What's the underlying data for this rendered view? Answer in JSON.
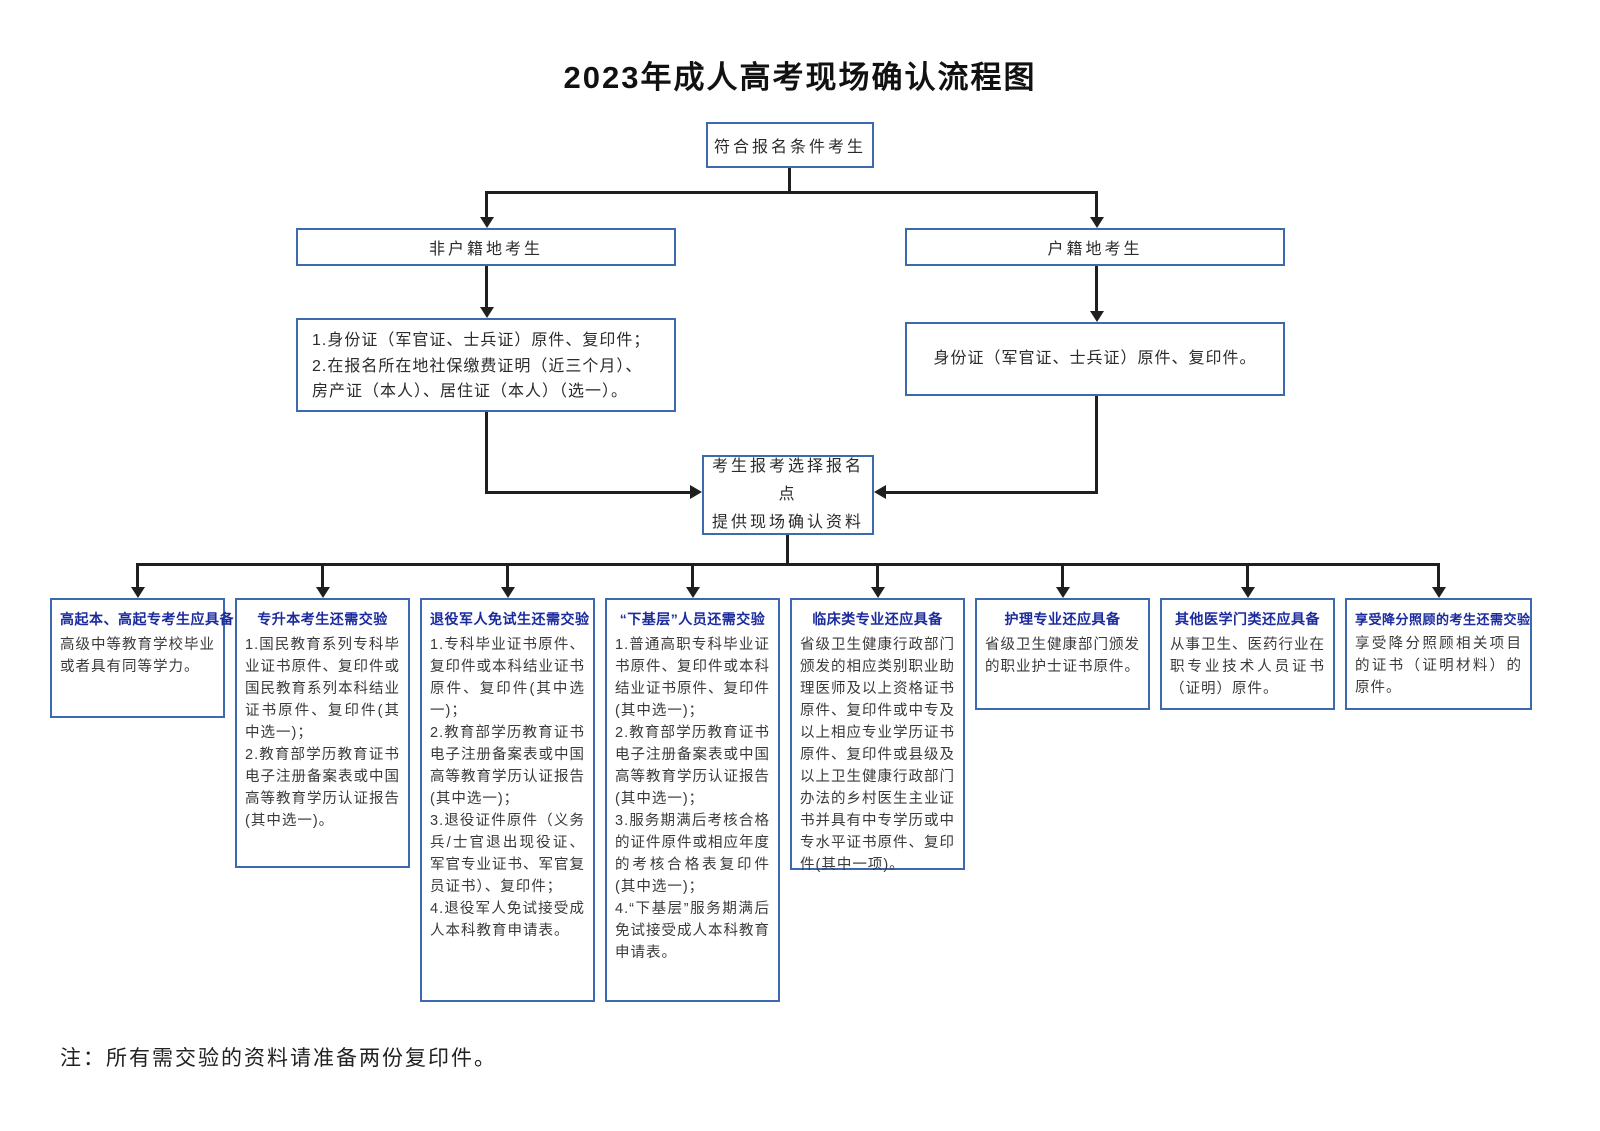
{
  "title": "2023年成人高考现场确认流程图",
  "flow": {
    "start": "符合报名条件考生",
    "left_branch": {
      "label": "非户籍地考生",
      "docs": "1.身份证（军官证、士兵证）原件、复印件；\n2.在报名所在地社保缴费证明（近三个月）、\n房产证（本人）、居住证（本人）（选一）。"
    },
    "right_branch": {
      "label": "户籍地考生",
      "docs": "身份证（军官证、士兵证）原件、复印件。"
    },
    "confirm": "考生报考选择报名点\n提供现场确认资料"
  },
  "requirement_boxes": [
    {
      "title": "高起本、高起专考生应具备",
      "body": "高级中等教育学校毕业或者具有同等学力。"
    },
    {
      "title": "专升本考生还需交验",
      "body": "1.国民教育系列专科毕业证书原件、复印件或国民教育系列本科结业证书原件、复印件(其中选一)；\n2.教育部学历教育证书电子注册备案表或中国高等教育学历认证报告(其中选一)。"
    },
    {
      "title": "退役军人免试生还需交验",
      "body": "1.专科毕业证书原件、复印件或本科结业证书原件、复印件(其中选一)；\n2.教育部学历教育证书电子注册备案表或中国高等教育学历认证报告(其中选一)；\n3.退役证件原件（义务兵/士官退出现役证、军官专业证书、军官复员证书）、复印件；\n4.退役军人免试接受成人本科教育申请表。"
    },
    {
      "title": "“下基层”人员还需交验",
      "body": "1.普通高职专科毕业证书原件、复印件或本科结业证书原件、复印件(其中选一)；\n2.教育部学历教育证书电子注册备案表或中国高等教育学历认证报告(其中选一)；\n3.服务期满后考核合格的证件原件或相应年度的考核合格表复印件(其中选一)；\n4.“下基层”服务期满后免试接受成人本科教育申请表。"
    },
    {
      "title": "临床类专业还应具备",
      "body": "省级卫生健康行政部门颁发的相应类别职业助理医师及以上资格证书原件、复印件或中专及以上相应专业学历证书原件、复印件或县级及以上卫生健康行政部门办法的乡村医生主业证书并具有中专学历或中专水平证书原件、复印件(其中一项)。"
    },
    {
      "title": "护理专业还应具备",
      "body": "省级卫生健康部门颁发的职业护士证书原件。"
    },
    {
      "title": "其他医学门类还应具备",
      "body": "从事卫生、医药行业在职专业技术人员证书（证明）原件。"
    },
    {
      "title": "享受降分照顾的考生还需交验",
      "body": "享受降分照顾相关项目的证书（证明材料）的原件。"
    }
  ],
  "note": "注：所有需交验的资料请准备两份复印件。"
}
